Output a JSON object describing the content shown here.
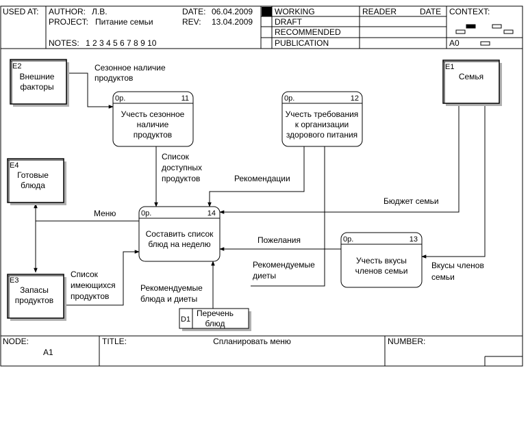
{
  "header": {
    "used_at": "USED AT:",
    "author_label": "AUTHOR:",
    "author": "Л.В.",
    "project_label": "PROJECT:",
    "project": "Питание семьи",
    "date_label": "DATE:",
    "date": "06.04.2009",
    "rev_label": "REV:",
    "rev": "13.04.2009",
    "notes_label": "NOTES:",
    "notes": "1  2  3  4  5  6  7  8  9  10",
    "statuses": [
      "WORKING",
      "DRAFT",
      "RECOMMENDED",
      "PUBLICATION"
    ],
    "reader": "READER",
    "date2": "DATE",
    "context": "CONTEXT:",
    "context_node": "A0"
  },
  "externals": {
    "e2": {
      "id": "E2",
      "l1": "Внешние",
      "l2": "факторы"
    },
    "e1": {
      "id": "E1",
      "l1": "Семья"
    },
    "e4": {
      "id": "E4",
      "l1": "Готовые",
      "l2": "блюда"
    },
    "e3": {
      "id": "E3",
      "l1": "Запасы",
      "l2": "продуктов"
    }
  },
  "processes": {
    "p11": {
      "cost": "0р.",
      "num": "11",
      "l1": "Учесть сезонное",
      "l2": "наличие",
      "l3": "продуктов"
    },
    "p12": {
      "cost": "0р.",
      "num": "12",
      "l1": "Учесть требования",
      "l2": "к организации",
      "l3": "здорового питания"
    },
    "p14": {
      "cost": "0р.",
      "num": "14",
      "l1": "Составить список",
      "l2": "блюд на неделю"
    },
    "p13": {
      "cost": "0р.",
      "num": "13",
      "l1": "Учесть вкусы",
      "l2": "членов семьи"
    }
  },
  "store": {
    "id": "D1",
    "l1": "Перечень",
    "l2": "блюд"
  },
  "flows": {
    "seasonal": {
      "l1": "Сезонное наличие",
      "l2": "продуктов"
    },
    "available": {
      "l1": "Список",
      "l2": "доступных",
      "l3": "продуктов"
    },
    "recommendations": "Рекомендации",
    "budget": "Бюджет семьи",
    "menu": "Меню",
    "wishes": "Пожелания",
    "rec_diets": {
      "l1": "Рекомендуемые",
      "l2": "диеты"
    },
    "tastes": {
      "l1": "Вкусы членов",
      "l2": "семьи"
    },
    "have_list": {
      "l1": "Список",
      "l2": "имеющихся",
      "l3": "продуктов"
    },
    "rec_dishes": {
      "l1": "Рекомендуемые",
      "l2": "блюда и диеты"
    }
  },
  "footer": {
    "node_label": "NODE:",
    "node": "A1",
    "title_label": "TITLE:",
    "title": "Спланировать  меню",
    "number_label": "NUMBER:"
  }
}
